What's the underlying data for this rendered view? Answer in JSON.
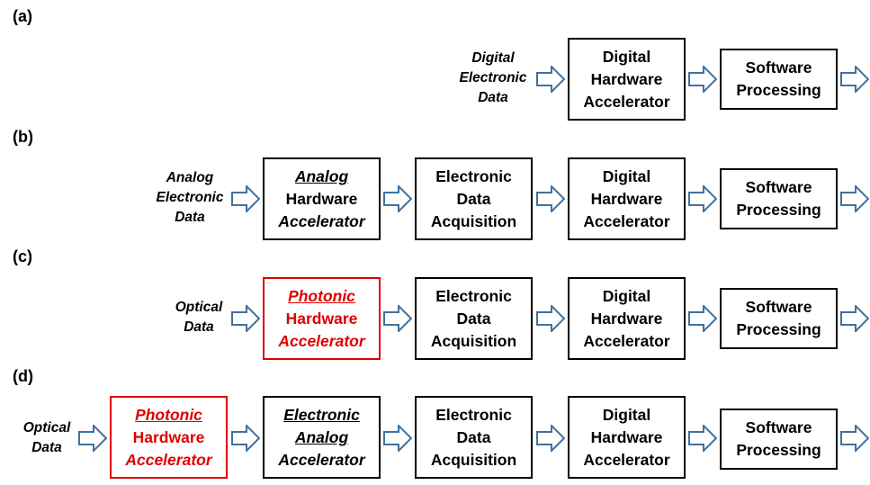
{
  "rows": {
    "a": {
      "label": "(a)",
      "input": [
        "Digital",
        "Electronic",
        "Data"
      ],
      "boxes": [
        {
          "lines": [
            "Digital",
            "Hardware",
            "Accelerator"
          ]
        },
        {
          "lines": [
            "Software",
            "Processing"
          ]
        }
      ]
    },
    "b": {
      "label": "(b)",
      "input": [
        "Analog",
        "Electronic",
        "Data"
      ],
      "boxes": [
        {
          "lines": [
            "Analog",
            "Hardware",
            "Accelerator"
          ]
        },
        {
          "lines": [
            "Electronic",
            "Data",
            "Acquisition"
          ]
        },
        {
          "lines": [
            "Digital",
            "Hardware",
            "Accelerator"
          ]
        },
        {
          "lines": [
            "Software",
            "Processing"
          ]
        }
      ]
    },
    "c": {
      "label": "(c)",
      "input": [
        "Optical",
        "Data"
      ],
      "boxes": [
        {
          "lines": [
            "Photonic",
            "Hardware",
            "Accelerator"
          ]
        },
        {
          "lines": [
            "Electronic",
            "Data",
            "Acquisition"
          ]
        },
        {
          "lines": [
            "Digital",
            "Hardware",
            "Accelerator"
          ]
        },
        {
          "lines": [
            "Software",
            "Processing"
          ]
        }
      ]
    },
    "d": {
      "label": "(d)",
      "input": [
        "Optical",
        "Data"
      ],
      "boxes": [
        {
          "lines": [
            "Photonic",
            "Hardware",
            "Accelerator"
          ]
        },
        {
          "lines": [
            "Electronic",
            "Analog",
            "Accelerator"
          ]
        },
        {
          "lines": [
            "Electronic",
            "Data",
            "Acquisition"
          ]
        },
        {
          "lines": [
            "Digital",
            "Hardware",
            "Accelerator"
          ]
        },
        {
          "lines": [
            "Software",
            "Processing"
          ]
        }
      ]
    }
  },
  "colors": {
    "highlight": "#e00000",
    "arrow_stroke": "#41719c",
    "box_border": "#000000"
  },
  "icons": {
    "arrow": "hollow-right-arrow-icon"
  }
}
